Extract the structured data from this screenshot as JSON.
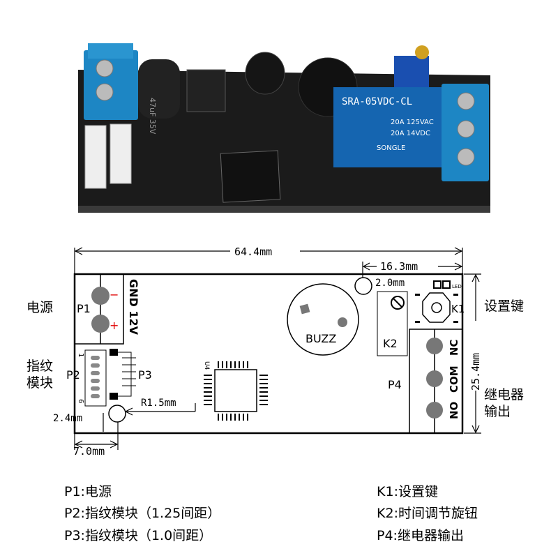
{
  "photo": {
    "relay_model": "SRA-05VDC-CL",
    "relay_rating_ac": "20A 125VAC",
    "relay_rating_dc": "20A 14VDC",
    "relay_brand": "SONGLE",
    "capacitor_label": "47uF 35V"
  },
  "diagram": {
    "width_dim": "64.4mm",
    "relay_offset_dim": "16.3mm",
    "hole_dia_dim": "2.0mm",
    "height_dim": "25.4mm",
    "hole_radius_dim": "R1.5mm",
    "hole_y_dim": "2.4mm",
    "hole_x_dim": "7.0mm",
    "p1": "P1",
    "p1_minus": "−",
    "p1_plus": "+",
    "p1_voltage": "GND 12V",
    "p2": "P2",
    "p2_pin1": "1",
    "p2_pin6": "6",
    "p3": "P3",
    "u4": "U4",
    "buzz": "BUZZ",
    "k1": "K1",
    "k2": "K2",
    "led": "LED",
    "p4": "P4",
    "nc": "NC",
    "com": "COM",
    "no": "NO"
  },
  "callouts": {
    "power": "电源",
    "fingerprint_l1": "指纹",
    "fingerprint_l2": "模块",
    "setting_key": "设置键",
    "relay_l1": "继电器",
    "relay_l2": "输出"
  },
  "legend": [
    {
      "key": "P1",
      "text": "电源"
    },
    {
      "key": "P2",
      "text": "指纹模块（1.25间距）"
    },
    {
      "key": "P3",
      "text": "指纹模块（1.0间距）"
    },
    {
      "key": "K1",
      "text": "设置键"
    },
    {
      "key": "K2",
      "text": "时间调节旋钮"
    },
    {
      "key": "P4",
      "text": "继电器输出"
    }
  ],
  "colors": {
    "pcb": "#1b1b1b",
    "terminal": "#1d86c4",
    "relay": "#1565b0",
    "polarity": "#e00000"
  }
}
